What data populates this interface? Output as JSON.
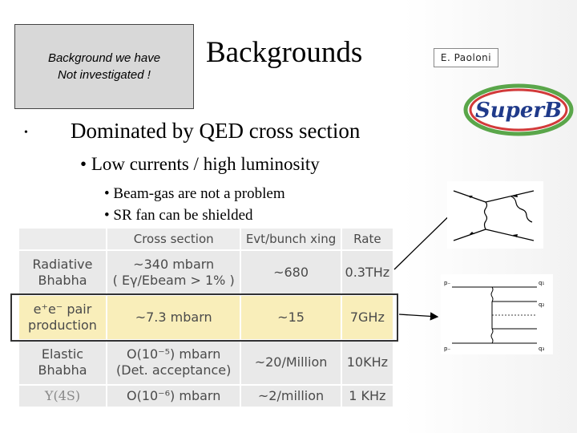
{
  "note": {
    "line1": "Background we have",
    "line2": "Not investigated !"
  },
  "title": "Backgrounds",
  "author": "E. Paoloni",
  "logo": {
    "text": "SuperB"
  },
  "bullets": {
    "level1": "Dominated by QED cross section",
    "level2": "Low currents / high luminosity",
    "level3": [
      "Beam-gas are not a problem",
      "SR fan can be shielded"
    ]
  },
  "table": {
    "headers": [
      "",
      "Cross section",
      "Evt/bunch xing",
      "Rate"
    ],
    "rows": [
      {
        "proc": [
          "Radiative",
          "Bhabha"
        ],
        "xs": [
          "~340 mbarn",
          "( Eγ/Ebeam > 1% )"
        ],
        "evt": "~680",
        "rate": "0.3THz"
      },
      {
        "proc": [
          "e⁺e⁻ pair",
          "production"
        ],
        "xs": [
          "~7.3 mbarn"
        ],
        "evt": "~15",
        "rate": "7GHz"
      },
      {
        "proc": [
          "Elastic",
          "Bhabha"
        ],
        "xs": [
          "O(10⁻⁵) mbarn",
          "(Det. acceptance)"
        ],
        "evt": "~20/Million",
        "rate": "10KHz"
      },
      {
        "proc": [
          "Υ(4S)"
        ],
        "xs": [
          "O(10⁻⁶) mbarn"
        ],
        "evt": "~2/million",
        "rate": "1 KHz"
      }
    ]
  },
  "diagram2": {
    "labels": [
      "p₋",
      "q₁",
      "q₂",
      "p₋",
      "q₃"
    ]
  }
}
